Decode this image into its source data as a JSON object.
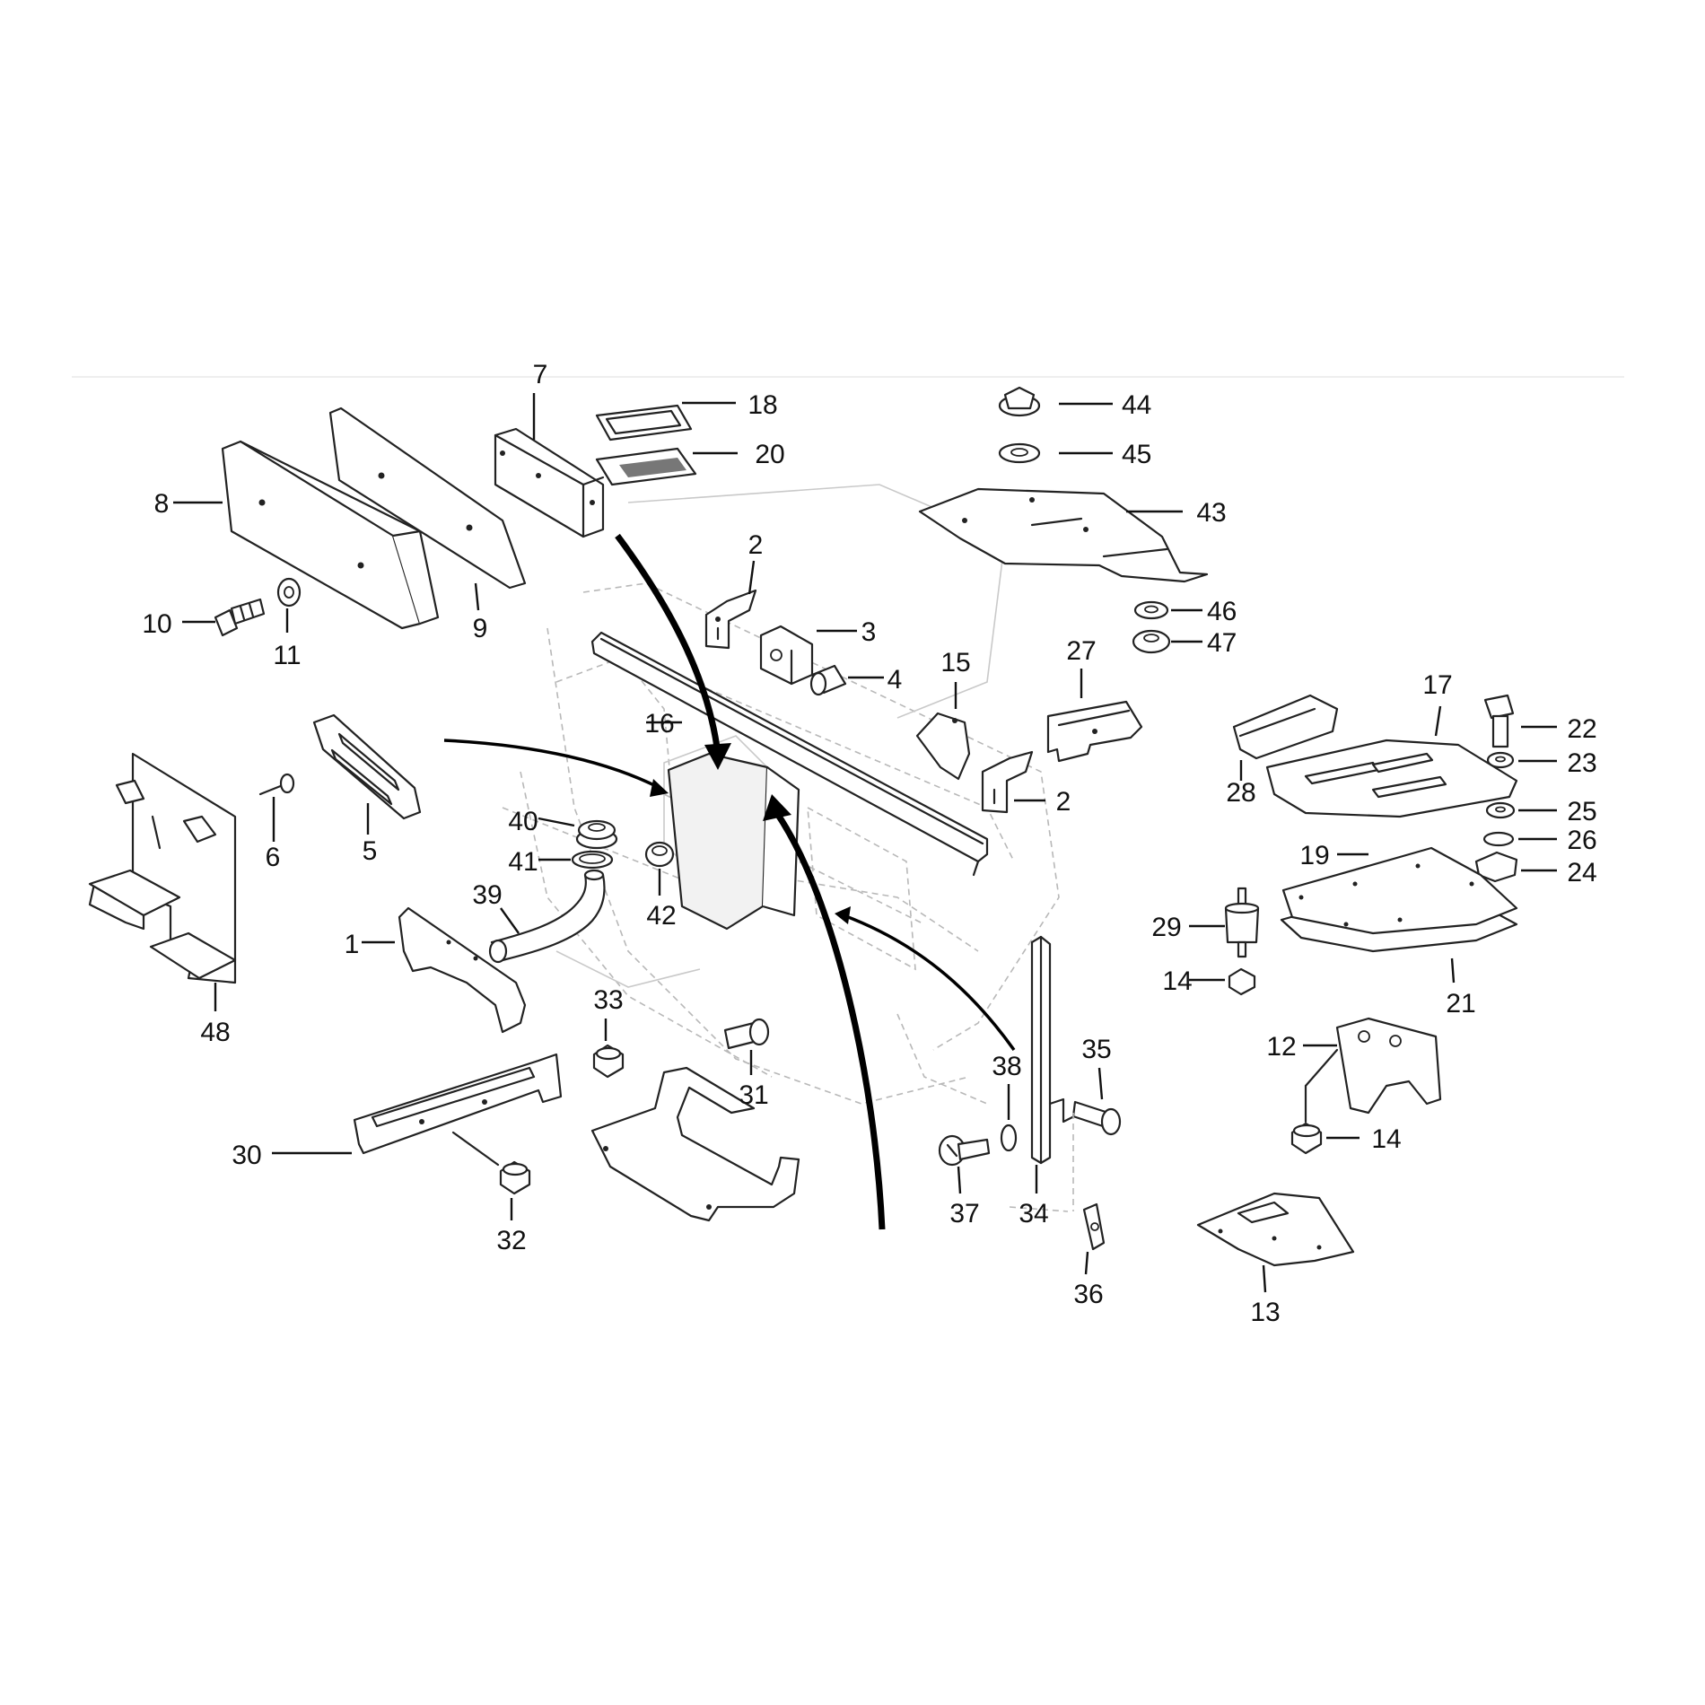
{
  "callouts": [
    {
      "id": "c1",
      "text": "1"
    },
    {
      "id": "c2a",
      "text": "2"
    },
    {
      "id": "c2b",
      "text": "2"
    },
    {
      "id": "c3",
      "text": "3"
    },
    {
      "id": "c4",
      "text": "4"
    },
    {
      "id": "c5",
      "text": "5"
    },
    {
      "id": "c6",
      "text": "6"
    },
    {
      "id": "c7",
      "text": "7"
    },
    {
      "id": "c8",
      "text": "8"
    },
    {
      "id": "c9",
      "text": "9"
    },
    {
      "id": "c10",
      "text": "10"
    },
    {
      "id": "c11",
      "text": "11"
    },
    {
      "id": "c12",
      "text": "12"
    },
    {
      "id": "c13",
      "text": "13"
    },
    {
      "id": "c14a",
      "text": "14"
    },
    {
      "id": "c14b",
      "text": "14"
    },
    {
      "id": "c15",
      "text": "15"
    },
    {
      "id": "c16",
      "text": "16"
    },
    {
      "id": "c17",
      "text": "17"
    },
    {
      "id": "c18",
      "text": "18"
    },
    {
      "id": "c19",
      "text": "19"
    },
    {
      "id": "c20",
      "text": "20"
    },
    {
      "id": "c21",
      "text": "21"
    },
    {
      "id": "c22",
      "text": "22"
    },
    {
      "id": "c23",
      "text": "23"
    },
    {
      "id": "c24",
      "text": "24"
    },
    {
      "id": "c25",
      "text": "25"
    },
    {
      "id": "c26",
      "text": "26"
    },
    {
      "id": "c27",
      "text": "27"
    },
    {
      "id": "c28",
      "text": "28"
    },
    {
      "id": "c29",
      "text": "29"
    },
    {
      "id": "c30",
      "text": "30"
    },
    {
      "id": "c31",
      "text": "31"
    },
    {
      "id": "c32",
      "text": "32"
    },
    {
      "id": "c33",
      "text": "33"
    },
    {
      "id": "c34",
      "text": "34"
    },
    {
      "id": "c35",
      "text": "35"
    },
    {
      "id": "c36",
      "text": "36"
    },
    {
      "id": "c37",
      "text": "37"
    },
    {
      "id": "c38",
      "text": "38"
    },
    {
      "id": "c39",
      "text": "39"
    },
    {
      "id": "c40",
      "text": "40"
    },
    {
      "id": "c41",
      "text": "41"
    },
    {
      "id": "c42",
      "text": "42"
    },
    {
      "id": "c43",
      "text": "43"
    },
    {
      "id": "c44",
      "text": "44"
    },
    {
      "id": "c45",
      "text": "45"
    },
    {
      "id": "c46",
      "text": "46"
    },
    {
      "id": "c47",
      "text": "47"
    },
    {
      "id": "c48",
      "text": "48"
    }
  ],
  "colors": {
    "ink": "#222222",
    "background": "#ffffff",
    "ghost": "#c9c9c9"
  }
}
